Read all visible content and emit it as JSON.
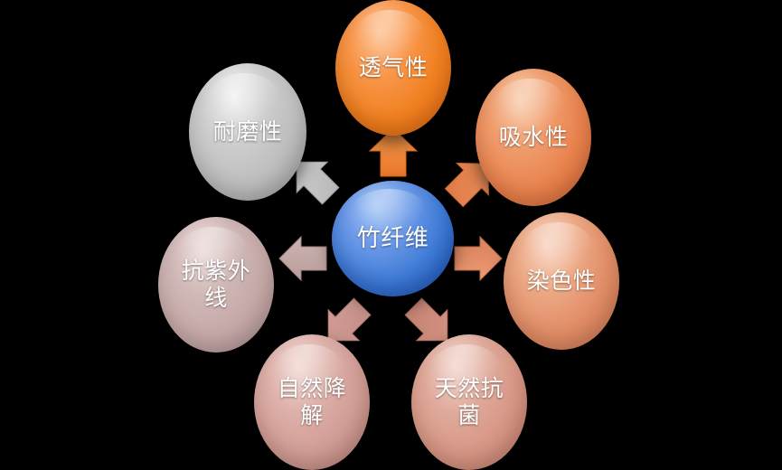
{
  "diagram": {
    "type": "radial-hub-and-spoke",
    "title_text": "竹纤维",
    "background_color": "#000000",
    "center": {
      "id": "center-bamboo-fiber",
      "label": "竹纤维",
      "color_light": "#7FA9EE",
      "color_mid": "#3E7BD6",
      "color_dark": "#1F4FA8",
      "text_color": "#FFFFFF"
    },
    "spokes": [
      {
        "id": "breathability",
        "label": "透气性",
        "position": "top",
        "color_light": "#FBB178",
        "color_mid": "#F4822F",
        "color_dark": "#D9661A",
        "text_color": "#FFFFFF"
      },
      {
        "id": "water-absorption",
        "label": "吸水性",
        "position": "top-right",
        "color_light": "#F2B289",
        "color_mid": "#E8824E",
        "color_dark": "#C96536",
        "text_color": "#FFFFFF"
      },
      {
        "id": "dyeability",
        "label": "染色性",
        "position": "right",
        "color_light": "#F0B79C",
        "color_mid": "#E08C66",
        "color_dark": "#C06E4C",
        "text_color": "#FFFFFF"
      },
      {
        "id": "natural-antibacterial",
        "label": "天然抗\n菌",
        "position": "bottom-right",
        "color_light": "#EAB9AB",
        "color_mid": "#D79685",
        "color_dark": "#B57565",
        "text_color": "#FFFFFF"
      },
      {
        "id": "natural-degradation",
        "label": "自然降\n解",
        "position": "bottom-left",
        "color_light": "#E7BBB4",
        "color_mid": "#D09C94",
        "color_dark": "#AE7C74",
        "text_color": "#FFFFFF"
      },
      {
        "id": "uv-resistance",
        "label": "抗紫外\n线",
        "position": "left",
        "color_light": "#DCC3C1",
        "color_mid": "#C4A8A6",
        "color_dark": "#A28785",
        "text_color": "#FFFFFF"
      },
      {
        "id": "wear-resistance",
        "label": "耐磨性",
        "position": "top-left",
        "color_light": "#E3E3E3",
        "color_mid": "#BDBDBD",
        "color_dark": "#949494",
        "text_color": "#FFFFFF"
      }
    ],
    "arrows": [
      {
        "id": "arrow-to-breathability",
        "target": "breathability",
        "direction": "up",
        "color": "#F4822F"
      },
      {
        "id": "arrow-to-water-absorption",
        "target": "water-absorption",
        "direction": "up-right",
        "color": "#E8824E"
      },
      {
        "id": "arrow-to-dyeability",
        "target": "dyeability",
        "direction": "right",
        "color": "#E08C66"
      },
      {
        "id": "arrow-to-natural-antibacterial",
        "target": "natural-antibacterial",
        "direction": "down-right",
        "color": "#D79685"
      },
      {
        "id": "arrow-to-natural-degradation",
        "target": "natural-degradation",
        "direction": "down-left",
        "color": "#D09C94"
      },
      {
        "id": "arrow-to-uv-resistance",
        "target": "uv-resistance",
        "direction": "left",
        "color": "#C4A8A6"
      },
      {
        "id": "arrow-to-wear-resistance",
        "target": "wear-resistance",
        "direction": "up-left",
        "color": "#BDBDBD"
      }
    ]
  }
}
